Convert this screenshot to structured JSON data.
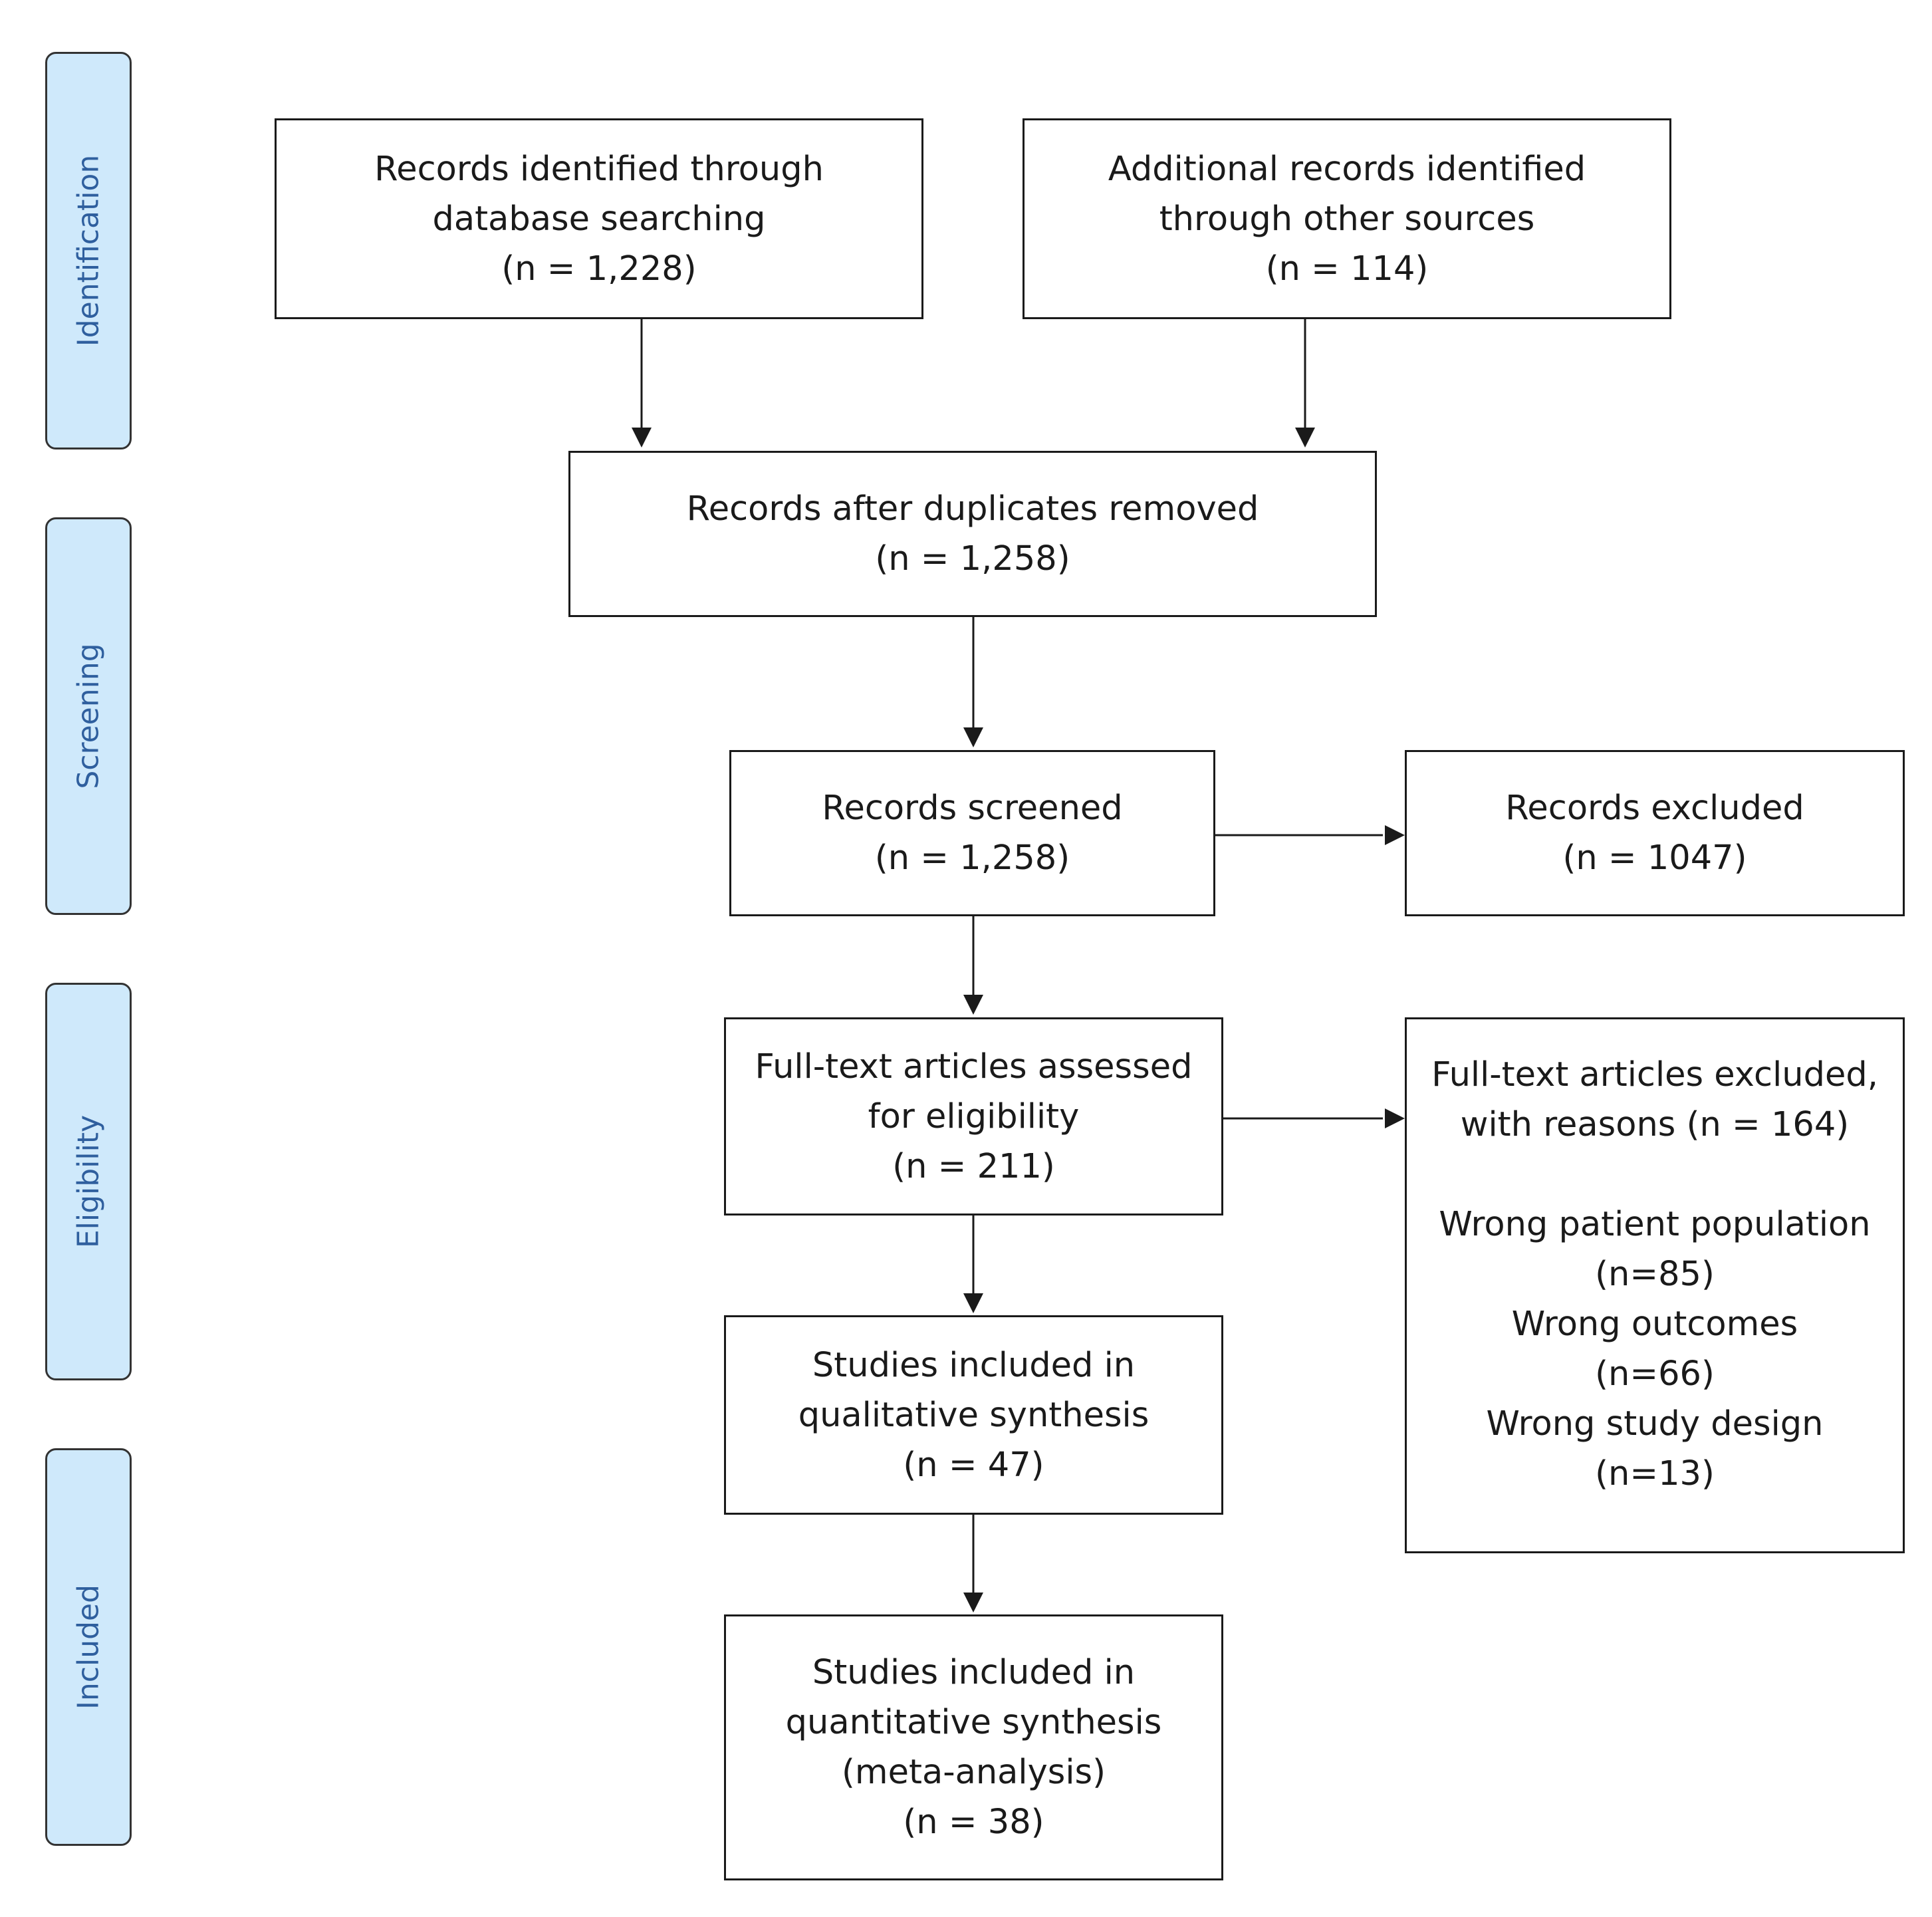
{
  "phases": [
    {
      "label": "Identification"
    },
    {
      "label": "Screening"
    },
    {
      "label": "Eligibility"
    },
    {
      "label": "Included"
    }
  ],
  "boxes": {
    "database_search": {
      "lines": [
        "Records identified through",
        "database searching",
        "(n = 1,228)"
      ]
    },
    "other_sources": {
      "lines": [
        "Additional records identified",
        "through other sources",
        "(n = 114)"
      ]
    },
    "after_duplicates": {
      "lines": [
        "Records after duplicates removed",
        "(n = 1,258)"
      ]
    },
    "screened": {
      "lines": [
        "Records screened",
        "(n = 1,258)"
      ]
    },
    "excluded": {
      "lines": [
        "Records excluded",
        "(n = 1047)"
      ]
    },
    "full_text_assessed": {
      "lines": [
        "Full-text articles assessed",
        "for eligibility",
        "(n = 211)"
      ]
    },
    "full_text_excluded": {
      "header": [
        "Full-text articles excluded,",
        "with reasons (n = 164)"
      ],
      "reasons": [
        "Wrong patient population",
        "(n=85)",
        "Wrong outcomes",
        "(n=66)",
        "Wrong study design",
        "(n=13)"
      ]
    },
    "qualitative": {
      "lines": [
        "Studies included in",
        "qualitative synthesis",
        "(n = 47)"
      ]
    },
    "quantitative": {
      "lines": [
        "Studies included in",
        "quantitative synthesis",
        "(meta-analysis)",
        "(n = 38)"
      ]
    }
  }
}
